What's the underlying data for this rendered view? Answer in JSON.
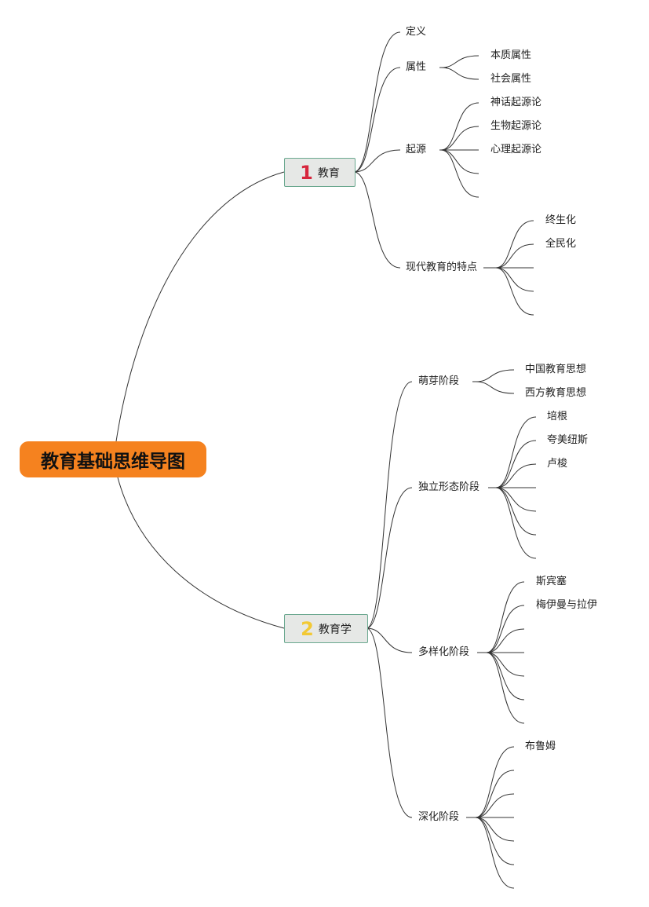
{
  "root": {
    "label": "教育基础思维导图"
  },
  "branches": [
    {
      "number": "1",
      "number_color": "#d7263d",
      "label": "教育",
      "children": [
        {
          "label": "定义",
          "children": []
        },
        {
          "label": "属性",
          "children": [
            "本质属性",
            "社会属性"
          ]
        },
        {
          "label": "起源",
          "children": [
            "神话起源论",
            "生物起源论",
            "心理起源论",
            "",
            ""
          ]
        },
        {
          "label": "现代教育的特点",
          "children": [
            "终生化",
            "全民化",
            "",
            "",
            ""
          ]
        }
      ]
    },
    {
      "number": "2",
      "number_color": "#f2c935",
      "label": "教育学",
      "children": [
        {
          "label": "萌芽阶段",
          "children": [
            "中国教育思想",
            "西方教育思想"
          ]
        },
        {
          "label": "独立形态阶段",
          "children": [
            "培根",
            "夸美纽斯",
            "卢梭",
            "",
            "",
            "",
            ""
          ]
        },
        {
          "label": "多样化阶段",
          "children": [
            "斯宾塞",
            "梅伊曼与拉伊",
            "",
            "",
            "",
            "",
            ""
          ]
        },
        {
          "label": "深化阶段",
          "children": [
            "布鲁姆",
            "",
            "",
            "",
            "",
            "",
            ""
          ]
        }
      ]
    }
  ],
  "colors": {
    "root_fill": "#f5821f",
    "topic_fill": "#e6e8e6",
    "topic_border": "#6aa88f",
    "line": "#333333"
  }
}
